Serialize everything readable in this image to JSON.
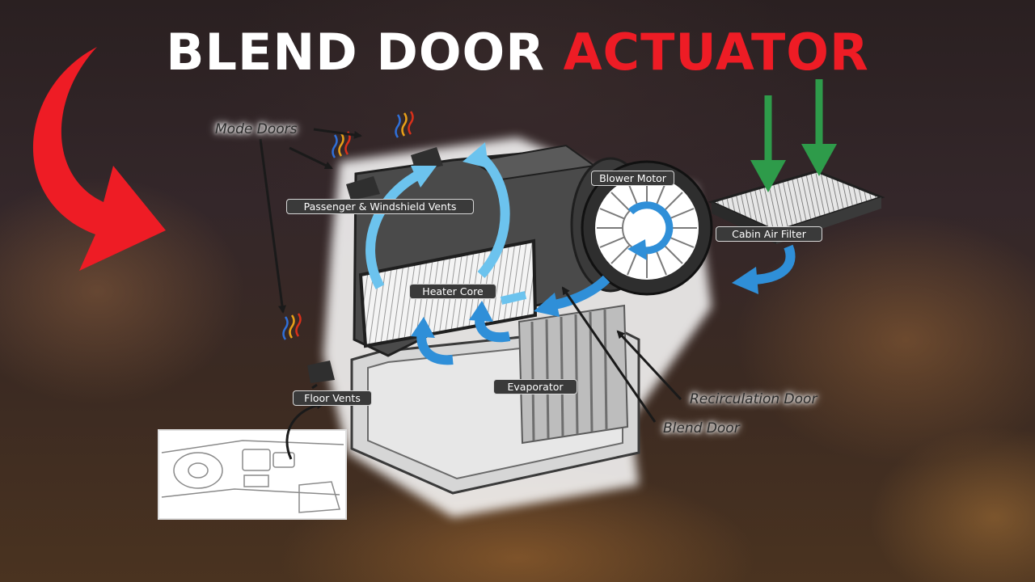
{
  "title": {
    "part1": "BLEND DOOR",
    "part2": "ACTUATOR"
  },
  "colors": {
    "title_white": "#ffffff",
    "title_red": "#ee1c25",
    "airflow_blue": "#2f8fd8",
    "light_blue": "#6cc3ee",
    "green_arrow": "#2e9b4a",
    "label_bg": "#3a3a3a",
    "pointer_arrow": "#1a1a1a",
    "big_red_arrow": "#ee1c25"
  },
  "labels": {
    "mode_doors": "Mode Doors",
    "passenger_vents": "Passenger & Windshield Vents",
    "blower_motor": "Blower Motor",
    "cabin_air_filter": "Cabin Air Filter",
    "heater_core": "Heater Core",
    "evaporator": "Evaporator",
    "floor_vents": "Floor Vents",
    "recirculation_door": "Recirculation Door",
    "blend_door": "Blend Door"
  },
  "icons": {
    "big_arrow": "curved-red-arrow-icon",
    "heat_waves": "heat-waves-icon",
    "dashboard": "dashboard-sketch-icon"
  }
}
